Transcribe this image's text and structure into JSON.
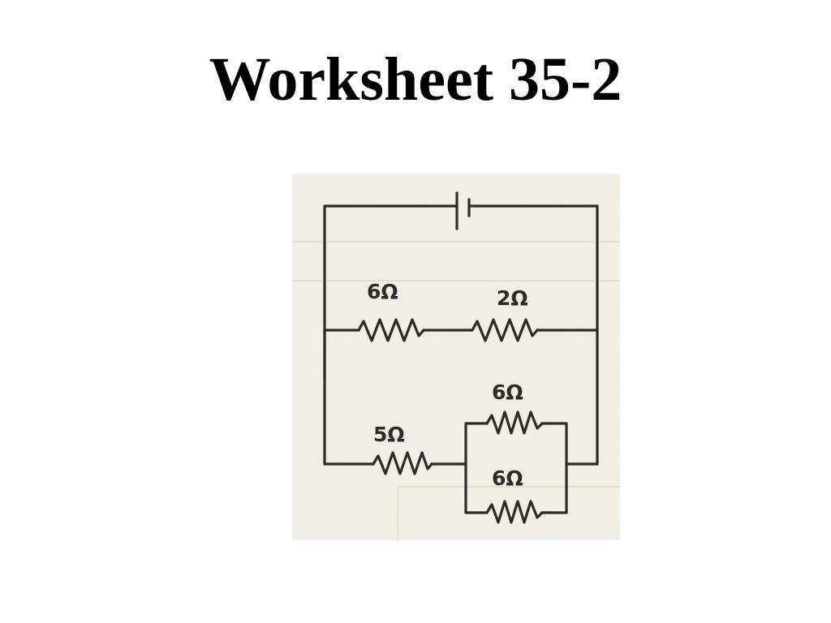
{
  "slide": {
    "title": "Worksheet 35-2"
  },
  "diagram": {
    "resistors": [
      {
        "label": "6Ω"
      },
      {
        "label": "2Ω"
      },
      {
        "label": "5Ω"
      },
      {
        "label": "6Ω"
      },
      {
        "label": "6Ω"
      }
    ],
    "colors": {
      "paper": "#f4f1e9",
      "ink": "#2e2a27"
    }
  }
}
